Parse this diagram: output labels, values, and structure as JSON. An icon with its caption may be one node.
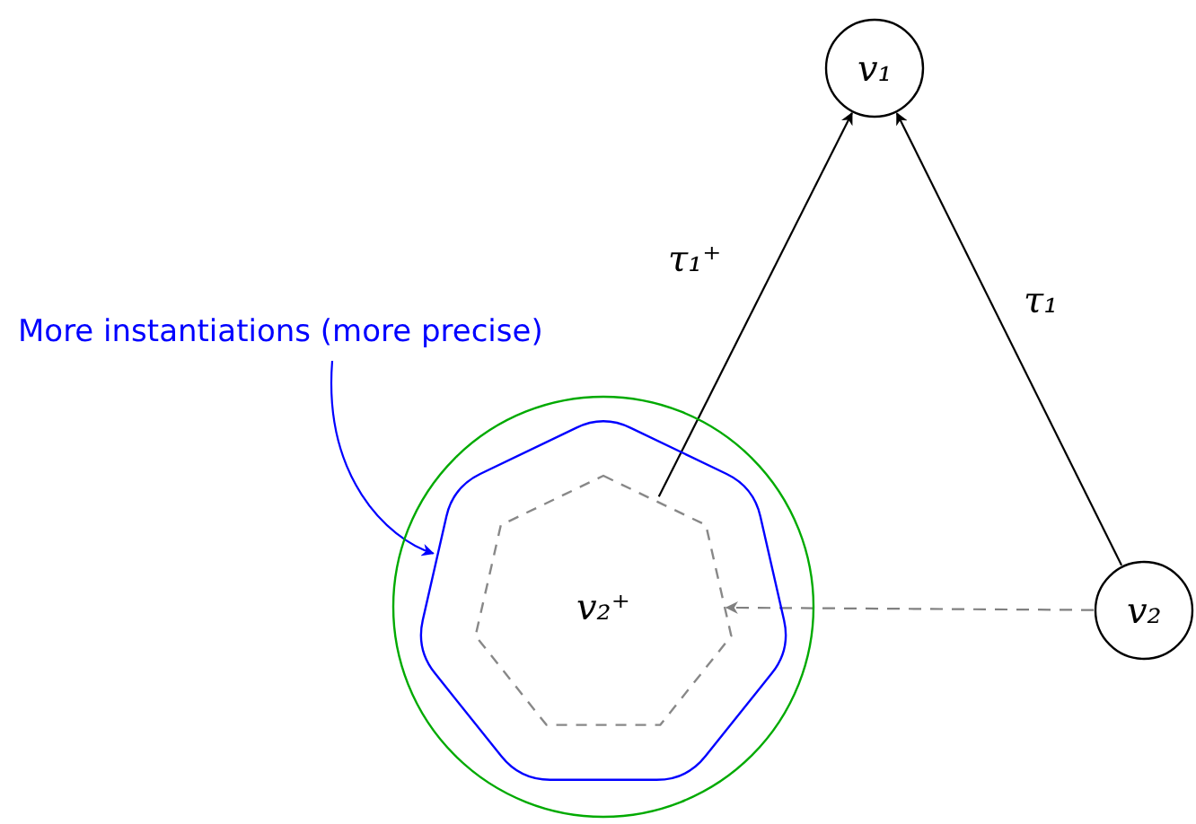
{
  "diagram": {
    "nodes": [
      {
        "text": [
          "v₁"
        ]
      },
      {
        "text": [
          "v₂"
        ]
      },
      {
        "text": [],
        "shape": "circle"
      },
      {
        "text": [],
        "shape": "heptagon",
        "in": 2
      },
      {
        "text": [
          "v₂⁺"
        ],
        "in": 3
      },
      {
        "text": [
          "More instantiations (more precise)"
        ]
      }
    ],
    "edges": [
      {
        "from": 4,
        "to": 0,
        "arrow": "to",
        "label": "τ₁⁺"
      },
      {
        "from": 1,
        "to": 0,
        "arrow": "to",
        "label": "τ₁"
      },
      {
        "from": 1,
        "to": 4,
        "arrow": "to",
        "style": "dashed",
        "color": "#808080"
      },
      {
        "from": 5,
        "to": 3,
        "arrow": "to",
        "color": "#0000ff"
      }
    ]
  }
}
